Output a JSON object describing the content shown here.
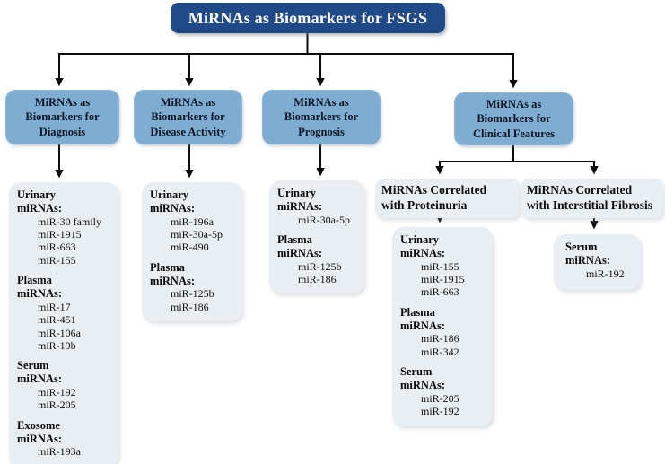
{
  "colors": {
    "title_bg": "#1f4a87",
    "title_text": "#ffffff",
    "node_bg": "#7fadd2",
    "panel_bg": "#e8eef1",
    "line": "#0a0a0a"
  },
  "root": {
    "title": "MiRNAs as Biomarkers for FSGS"
  },
  "level2": [
    {
      "label": "MiRNAs as\nBiomarkers for\nDiagnosis"
    },
    {
      "label": "MiRNAs as\nBiomarkers for\nDisease Activity"
    },
    {
      "label": "MiRNAs as\nBiomarkers for\nPrognosis"
    },
    {
      "label": "MiRNAs as\nBiomarkers for\nClinical Features"
    }
  ],
  "columns": {
    "diagnosis": {
      "groups": [
        {
          "label": "Urinary\nmiRNAs:",
          "items": [
            "miR-30 family",
            "miR-1915",
            "miR-663",
            "miR-155"
          ]
        },
        {
          "label": "Plasma\nmiRNAs:",
          "items": [
            "miR-17",
            "miR-451",
            "miR-106a",
            "miR-19b"
          ]
        },
        {
          "label": "Serum\nmiRNAs:",
          "items": [
            "miR-192",
            "miR-205"
          ]
        },
        {
          "label": "Exosome\nmiRNAs:",
          "items": [
            "miR-193a"
          ]
        }
      ]
    },
    "disease_activity": {
      "groups": [
        {
          "label": "Urinary\nmiRNAs:",
          "items": [
            "miR-196a",
            "miR-30a-5p",
            "miR-490"
          ]
        },
        {
          "label": "Plasma\nmiRNAs:",
          "items": [
            "miR-125b",
            "miR-186"
          ]
        }
      ]
    },
    "prognosis": {
      "groups": [
        {
          "label": "Urinary\nmiRNAs:",
          "items": [
            "miR-30a-5p"
          ]
        },
        {
          "label": "Plasma\nmiRNAs:",
          "items": [
            "miR-125b",
            "miR-186"
          ]
        }
      ]
    },
    "proteinuria": {
      "header": "MiRNAs Correlated\nwith Proteinuria",
      "groups": [
        {
          "label": "Urinary\nmiRNAs:",
          "items": [
            "miR-155",
            "miR-1915",
            "miR-663"
          ]
        },
        {
          "label": "Plasma\nmiRNAs:",
          "items": [
            "miR-186",
            "miR-342"
          ]
        },
        {
          "label": "Serum\nmiRNAs:",
          "items": [
            "miR-205",
            "miR-192"
          ]
        }
      ]
    },
    "interstitial_fibrosis": {
      "header": "MiRNAs Correlated\nwith Interstitial Fibrosis",
      "groups": [
        {
          "label": "Serum\nmiRNAs:",
          "items": [
            "miR-192"
          ]
        }
      ]
    }
  }
}
